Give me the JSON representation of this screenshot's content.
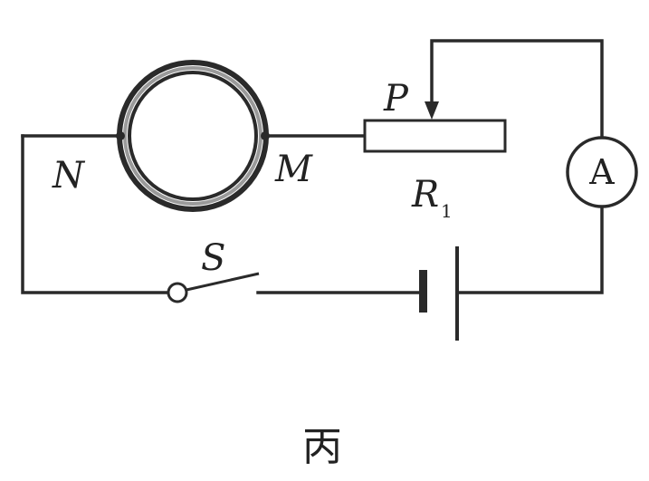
{
  "labels": {
    "node_n": "N",
    "node_m": "M",
    "slider": "P",
    "resistor_letter": "R",
    "resistor_subscript": "1",
    "switch": "S",
    "ammeter": "A"
  },
  "caption": "丙"
}
